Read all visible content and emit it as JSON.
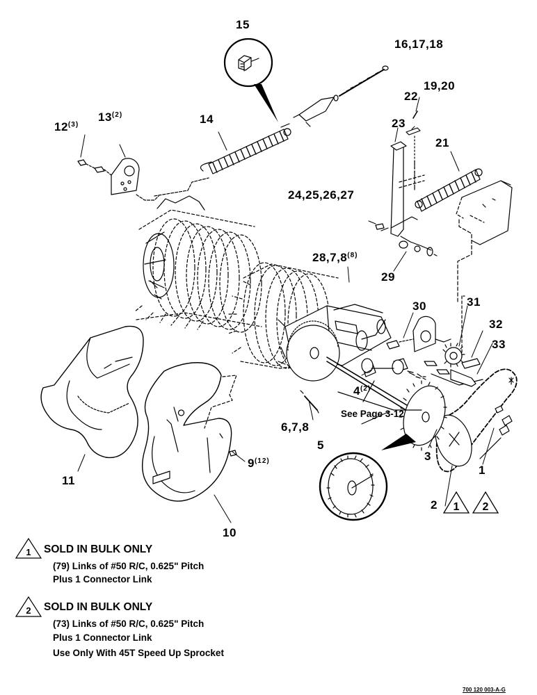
{
  "callouts": {
    "c15": "15",
    "c16": "16,17,18",
    "c22": "22",
    "c19": "19,20",
    "c12": "12",
    "c12_qty": "(3)",
    "c13": "13",
    "c13_qty": "(2)",
    "c14": "14",
    "c23": "23",
    "c21": "21",
    "c24": "24,25,26,27",
    "c28": "28,7,8",
    "c28_qty": "(8)",
    "c29": "29",
    "c30": "30",
    "c31": "31",
    "c32": "32",
    "c33": "33",
    "c4": "4",
    "c4_qty": "(2)",
    "c6": "6,7,8",
    "c5": "5",
    "c3": "3",
    "c1": "1",
    "c2": "2",
    "c11": "11",
    "c9": "9",
    "c9_qty": "(12)",
    "c10": "10"
  },
  "see_page": "See Page 3-12",
  "notes": [
    {
      "marker": "1",
      "title": "SOLD IN BULK ONLY",
      "lines": [
        "(79) Links of #50 R/C, 0.625\" Pitch",
        "Plus 1 Connector Link"
      ]
    },
    {
      "marker": "2",
      "title": "SOLD IN BULK ONLY",
      "lines": [
        "(73) Links of #50 R/C, 0.625\" Pitch",
        "Plus 1 Connector Link",
        "Use Only With 45T Speed Up Sprocket"
      ]
    }
  ],
  "chain_markers": [
    "1",
    "2"
  ],
  "figure_code": "700 120 003-A-G"
}
